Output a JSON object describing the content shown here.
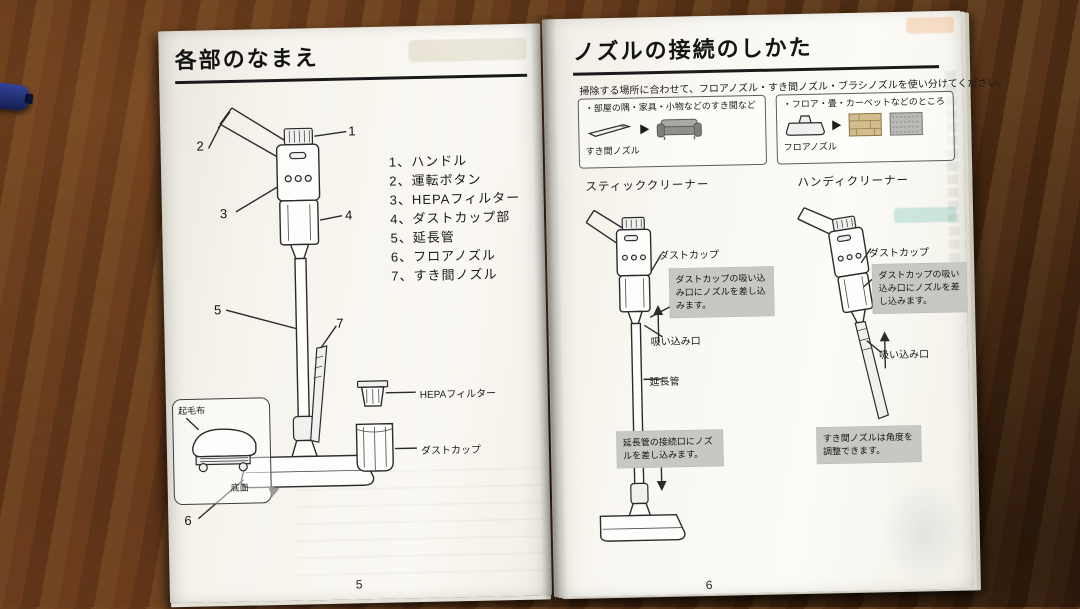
{
  "left_page": {
    "title": "各部のなまえ",
    "num_sep": "、",
    "page_number": "5",
    "parts": [
      {
        "no": "1",
        "label": "ハンドル"
      },
      {
        "no": "2",
        "label": "運転ボタン"
      },
      {
        "no": "3",
        "label": "HEPAフィルター"
      },
      {
        "no": "4",
        "label": "ダストカップ部"
      },
      {
        "no": "5",
        "label": "延長管"
      },
      {
        "no": "6",
        "label": "フロアノズル"
      },
      {
        "no": "7",
        "label": "すき間ノズル"
      }
    ],
    "inset": {
      "label_top": "起毛布",
      "label_bottom": "底面"
    },
    "filter_diagram": {
      "hepa_label": "HEPAフィルター",
      "cup_label": "ダストカップ"
    }
  },
  "right_page": {
    "title": "ノズルの接続のしかた",
    "intro": "掃除する場所に合わせて、フロアノズル・すき間ノズル・ブラシノズルを使い分けてください。",
    "page_number": "6",
    "usage_boxes": [
      {
        "bullet": "・部屋の隅・家具・小物などのすき間など",
        "caption": "すき間ノズル"
      },
      {
        "bullet": "・フロア・畳・カーペットなどのところ",
        "caption": "フロアノズル"
      }
    ],
    "stick": {
      "heading": "スティッククリーナー",
      "dust_cup_label": "ダストカップ",
      "note_top": "ダストカップの吸い込み口にノズルを差し込みます。",
      "inlet_label": "吸い込み口",
      "tube_label": "延長管",
      "note_bottom": "延長管の接続口にノズルを差し込みます。"
    },
    "handy": {
      "heading": "ハンディクリーナー",
      "dust_cup_label": "ダストカップ",
      "note_top": "ダストカップの吸い込み口にノズルを差し込みます。",
      "inlet_label": "吸い込み口",
      "note_bottom": "すき間ノズルは角度を調整できます。"
    }
  }
}
